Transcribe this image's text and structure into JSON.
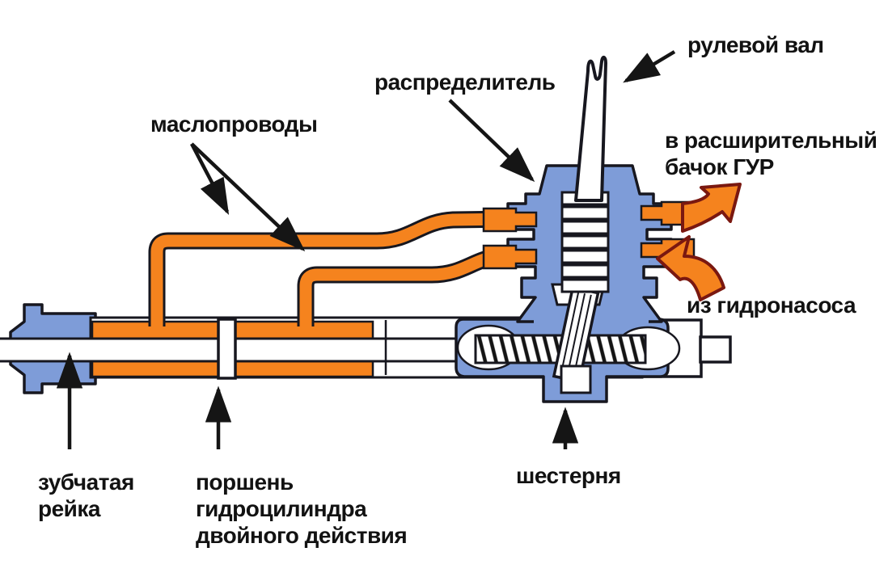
{
  "labels": {
    "oil_lines": "маслопроводы",
    "distributor": "распределитель",
    "steering_shaft": "рулевой вал",
    "to_reservoir_line1": "в расширительный",
    "to_reservoir_line2": "бачок ГУР",
    "from_pump": "из гидронасоса",
    "rack_line1": "зубчатая",
    "rack_line2": "рейка",
    "piston_line1": "поршень",
    "piston_line2": "гидроцилиндра",
    "piston_line3": "двойного действия",
    "pinion": "шестерня"
  },
  "colors": {
    "orange": "#F5831E",
    "blue": "#7E9CD8",
    "outline": "#17171F",
    "maroon": "#7A1810",
    "label": "#121212",
    "white": "#FFFFFF"
  }
}
